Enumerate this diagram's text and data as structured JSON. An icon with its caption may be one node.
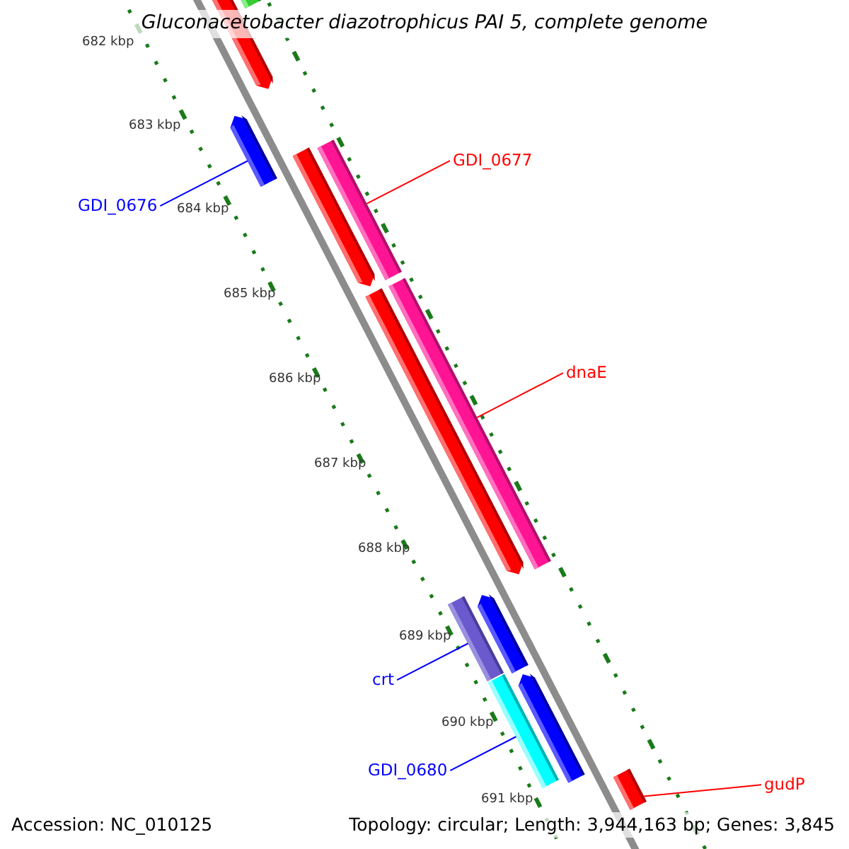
{
  "diagram": {
    "title": "Gluconacetobacter diazotrophicus PAI 5, complete genome",
    "nodes": [
      {
        "text": [
          "GDI_0677"
        ]
      },
      {
        "text": [
          "GDI_0676"
        ]
      },
      {
        "text": [
          "dnaE"
        ]
      },
      {
        "text": [
          "crt"
        ]
      },
      {
        "text": [
          "GDI_0680"
        ]
      },
      {
        "text": [
          "gudP"
        ]
      },
      {
        "text": [],
        "shape": "bar"
      },
      {
        "text": [],
        "shape": "bar"
      },
      {
        "text": [],
        "shape": "bar"
      },
      {
        "text": [],
        "shape": "bar"
      },
      {
        "text": [],
        "shape": "bar"
      },
      {
        "text": [],
        "shape": "bar"
      }
    ],
    "edges": [
      {
        "from": 0,
        "to": 7,
        "arrow": "none",
        "color": "#ff0000"
      },
      {
        "from": 1,
        "to": 6,
        "arrow": "none",
        "color": "#0000ff"
      },
      {
        "from": 2,
        "to": 8,
        "arrow": "none",
        "color": "#ff0000"
      },
      {
        "from": 3,
        "to": 9,
        "arrow": "none",
        "color": "#0000ff"
      },
      {
        "from": 4,
        "to": 10,
        "arrow": "none",
        "color": "#0000ff"
      },
      {
        "from": 5,
        "to": 11,
        "arrow": "none",
        "color": "#ff0000"
      }
    ],
    "labels": [
      "682 kbp",
      "683 kbp",
      "684 kbp",
      "685 kbp",
      "686 kbp",
      "687 kbp",
      "688 kbp",
      "689 kbp",
      "690 kbp",
      "691 kbp",
      "Accession: NC_010125",
      "Topology: circular; Length: 3,944,163 bp; Genes: 3,845"
    ]
  }
}
